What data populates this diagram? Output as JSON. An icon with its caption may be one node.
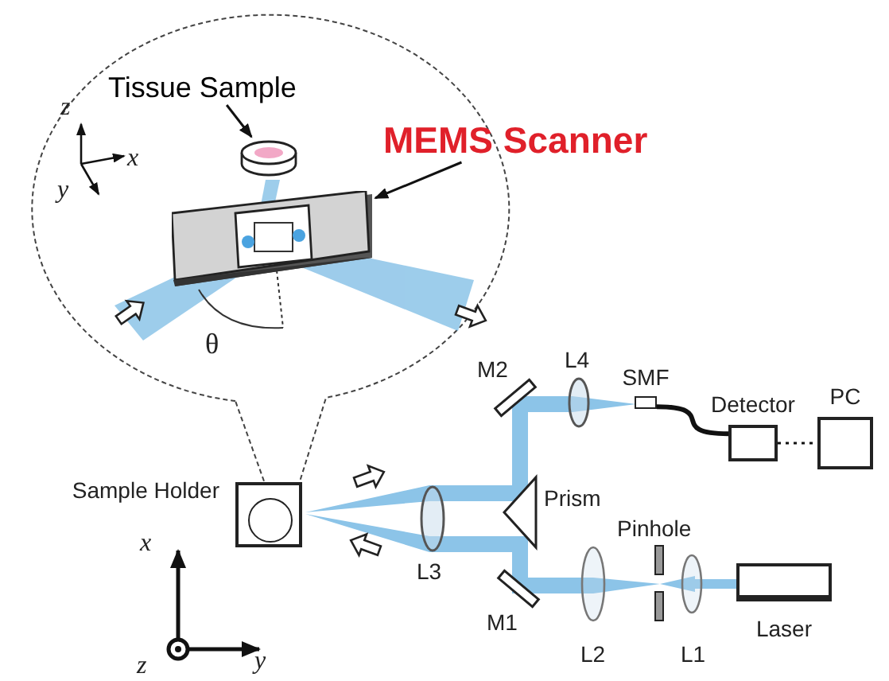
{
  "diagram": {
    "nodes": [
      {
        "text": [
          "Tissue Sample"
        ]
      },
      {
        "text": [],
        "shape": "cylinder"
      },
      {
        "text": [
          "MEMS Scanner"
        ]
      },
      {
        "text": [],
        "shape": "box"
      },
      {
        "text": [
          "SMF"
        ]
      },
      {
        "text": [
          "Detector"
        ]
      },
      {
        "text": [
          "PC"
        ]
      },
      {
        "text": [
          "Sample Holder"
        ]
      },
      {
        "text": [
          "Laser"
        ]
      }
    ],
    "edges": [
      {
        "from": 0,
        "to": 1,
        "arrow": "to"
      },
      {
        "from": 2,
        "to": 3,
        "arrow": "to"
      },
      {
        "from": 4,
        "to": 5,
        "arrow": "none",
        "style": "thick"
      },
      {
        "from": 5,
        "to": 6,
        "arrow": "none",
        "style": "dashed"
      }
    ],
    "labels": [
      "z",
      "x",
      "y",
      "θ",
      "M2",
      "L4",
      "Prism",
      "L3",
      "Pinhole",
      "M1",
      "L2",
      "L1",
      "x",
      "z",
      "y"
    ]
  }
}
